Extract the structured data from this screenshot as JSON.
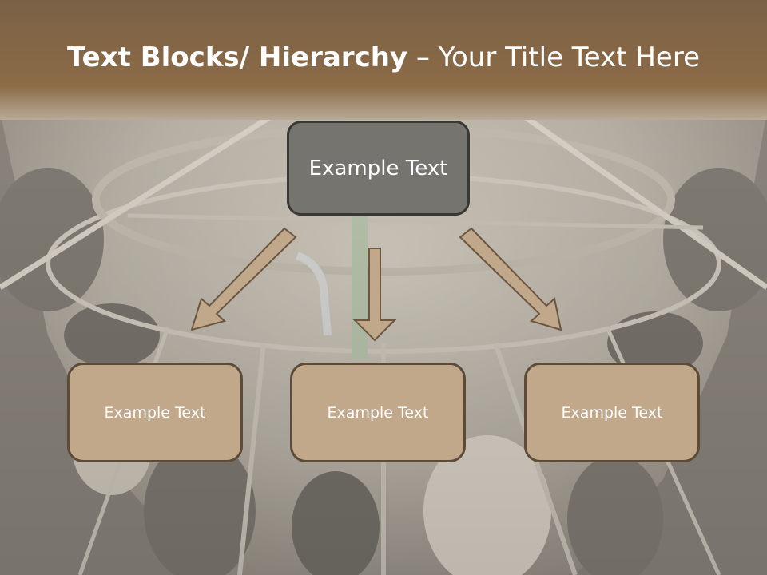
{
  "title": {
    "bold": "Text Blocks/ Hierarchy",
    "dash": " – ",
    "rest": "Your Title Text Here"
  },
  "diagram": {
    "top": "Example Text",
    "children": [
      "Example Text",
      "Example Text",
      "Example Text"
    ]
  },
  "colors": {
    "header": "#7a6146",
    "top_box": "#76746f",
    "child_box": "#c2a88a",
    "arrow": "#c2a88a"
  }
}
